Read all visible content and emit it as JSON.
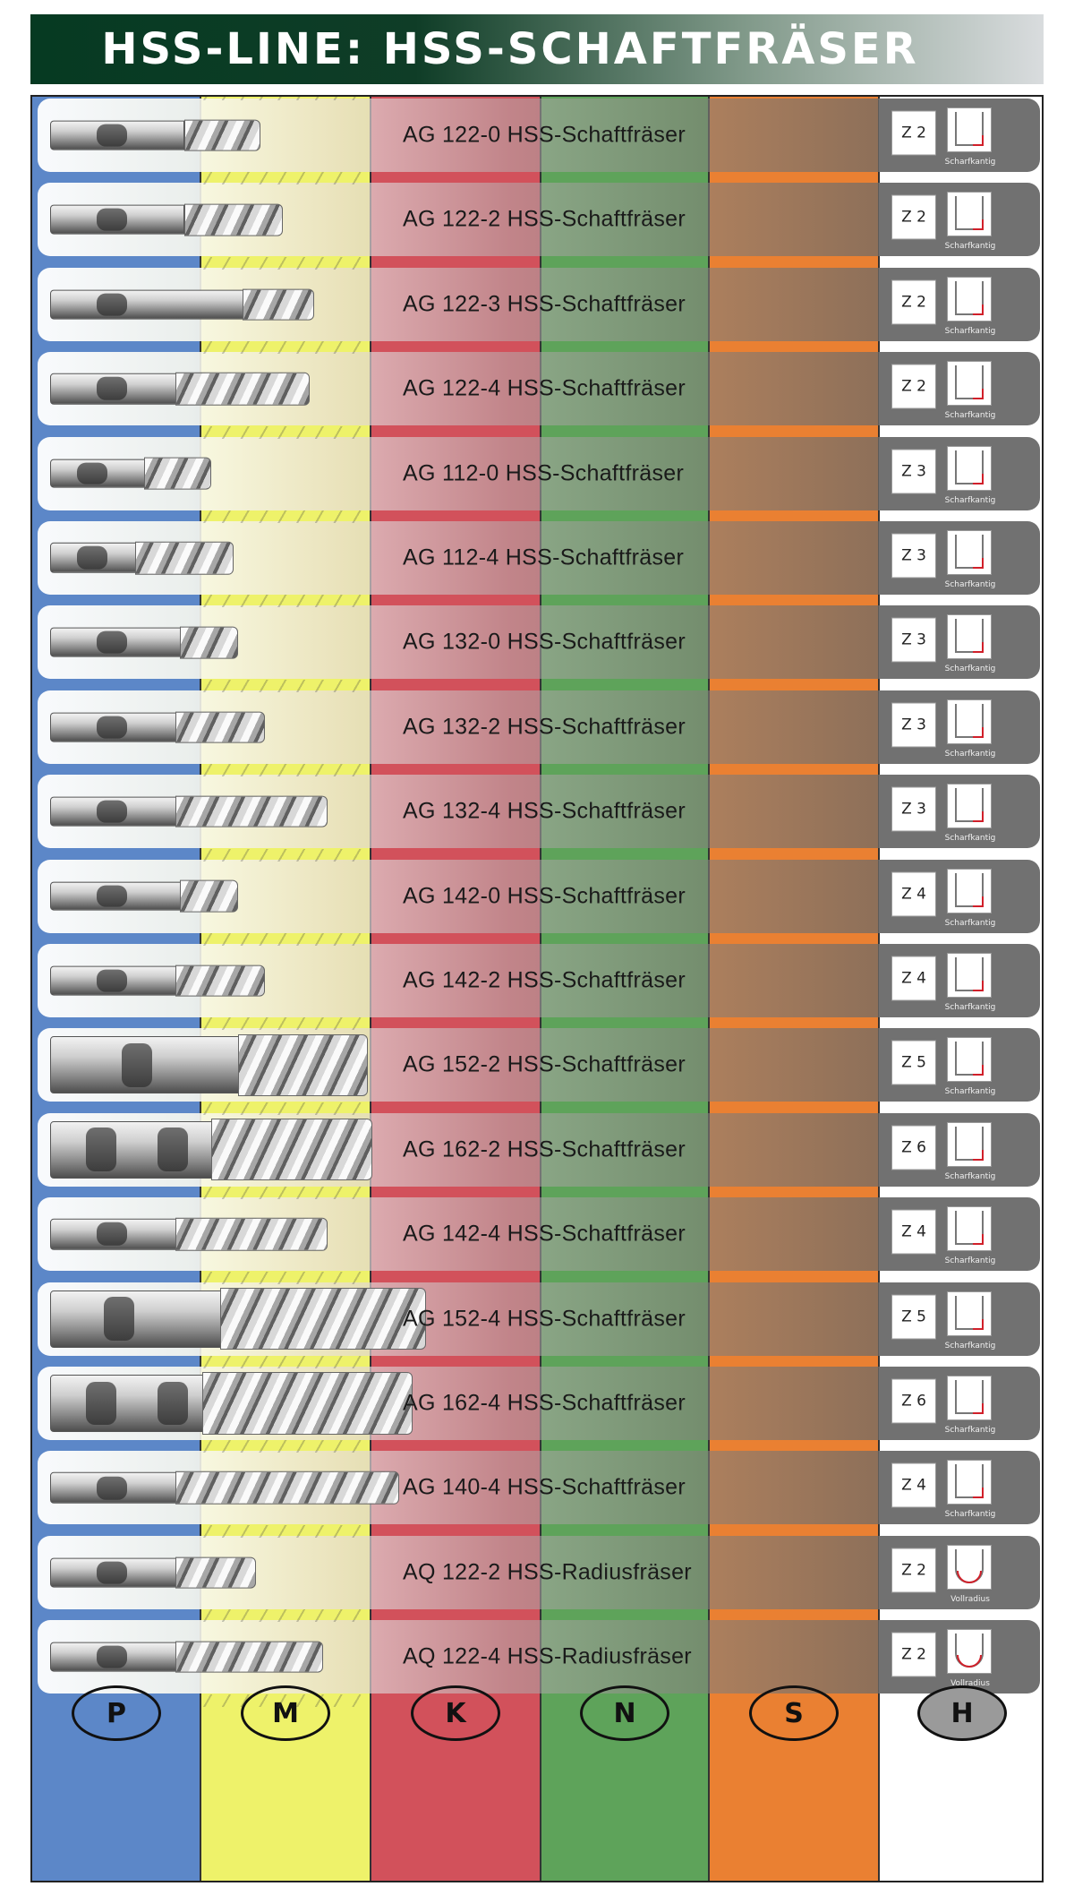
{
  "header": {
    "title": "HSS-LINE: HSS-SCHAFTFRÄSER"
  },
  "material_groups": [
    {
      "letter": "P",
      "color": "#5c87c8"
    },
    {
      "letter": "M",
      "color": "#eef26a"
    },
    {
      "letter": "K",
      "color": "#d2515b"
    },
    {
      "letter": "N",
      "color": "#5ea35a"
    },
    {
      "letter": "S",
      "color": "#ea8032"
    },
    {
      "letter": "H",
      "color": "#ffffff"
    }
  ],
  "products": [
    {
      "name": "AG 122-0 HSS-Schaftfräser",
      "teeth": "Z 2",
      "profile": "Scharfkantig"
    },
    {
      "name": "AG 122-2 HSS-Schaftfräser",
      "teeth": "Z 2",
      "profile": "Scharfkantig"
    },
    {
      "name": "AG 122-3 HSS-Schaftfräser",
      "teeth": "Z 2",
      "profile": "Scharfkantig"
    },
    {
      "name": "AG 122-4 HSS-Schaftfräser",
      "teeth": "Z 2",
      "profile": "Scharfkantig"
    },
    {
      "name": "AG 112-0 HSS-Schaftfräser",
      "teeth": "Z 3",
      "profile": "Scharfkantig"
    },
    {
      "name": "AG 112-4 HSS-Schaftfräser",
      "teeth": "Z 3",
      "profile": "Scharfkantig"
    },
    {
      "name": "AG 132-0 HSS-Schaftfräser",
      "teeth": "Z 3",
      "profile": "Scharfkantig"
    },
    {
      "name": "AG 132-2 HSS-Schaftfräser",
      "teeth": "Z 3",
      "profile": "Scharfkantig"
    },
    {
      "name": "AG 132-4 HSS-Schaftfräser",
      "teeth": "Z 3",
      "profile": "Scharfkantig"
    },
    {
      "name": "AG 142-0 HSS-Schaftfräser",
      "teeth": "Z 4",
      "profile": "Scharfkantig"
    },
    {
      "name": "AG 142-2 HSS-Schaftfräser",
      "teeth": "Z 4",
      "profile": "Scharfkantig"
    },
    {
      "name": "AG 152-2 HSS-Schaftfräser",
      "teeth": "Z 5",
      "profile": "Scharfkantig"
    },
    {
      "name": "AG 162-2 HSS-Schaftfräser",
      "teeth": "Z 6",
      "profile": "Scharfkantig"
    },
    {
      "name": "AG 142-4 HSS-Schaftfräser",
      "teeth": "Z 4",
      "profile": "Scharfkantig"
    },
    {
      "name": "AG 152-4 HSS-Schaftfräser",
      "teeth": "Z 5",
      "profile": "Scharfkantig"
    },
    {
      "name": "AG 162-4 HSS-Schaftfräser",
      "teeth": "Z 6",
      "profile": "Scharfkantig"
    },
    {
      "name": "AG 140-4 HSS-Schaftfräser",
      "teeth": "Z 4",
      "profile": "Scharfkantig"
    },
    {
      "name": "AQ 122-2 HSS-Radiusfräser",
      "teeth": "Z 2",
      "profile": "Vollradius"
    },
    {
      "name": "AQ 122-4 HSS-Radiusfräser",
      "teeth": "Z 2",
      "profile": "Vollradius"
    }
  ]
}
